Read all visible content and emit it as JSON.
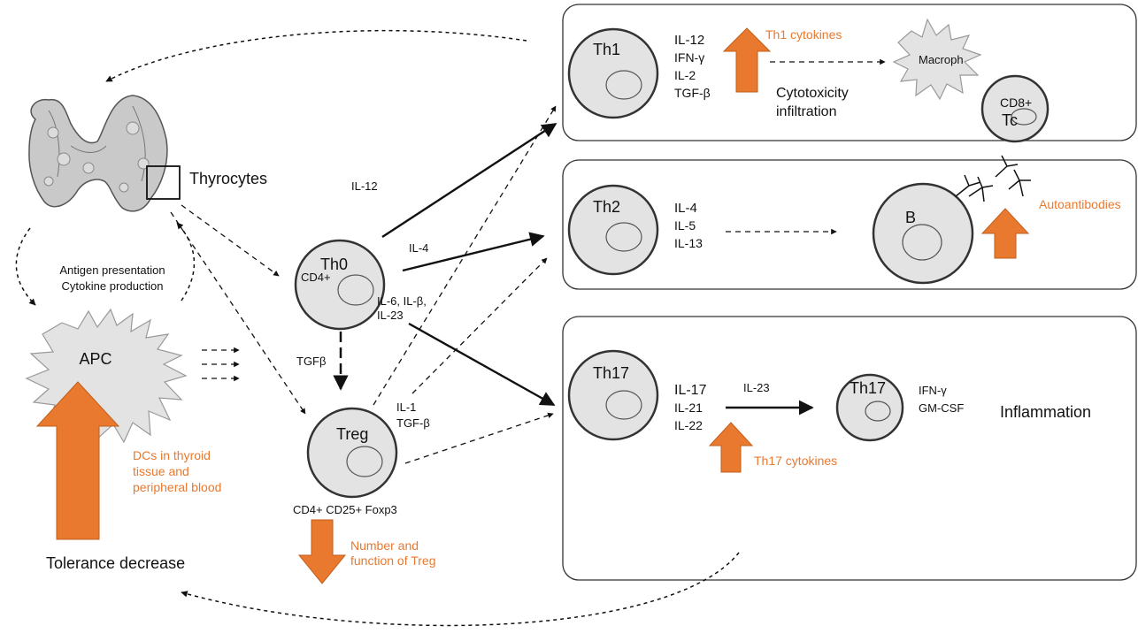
{
  "thyroid": {
    "label": "Thyrocytes"
  },
  "antigen": {
    "line1": "Antigen presentation",
    "line2": "Cytokine production"
  },
  "apc": {
    "label": "APC",
    "note_line1": "DCs in thyroid",
    "note_line2": "tissue and",
    "note_line3": "peripheral blood"
  },
  "tolerance": "Tolerance decrease",
  "th0": {
    "label": "Th0",
    "sub": "CD4+"
  },
  "treg": {
    "label": "Treg",
    "markers": "CD4+ CD25+ Foxp3",
    "note_line1": "Number and",
    "note_line2": "function of Treg"
  },
  "labels": {
    "il12": "IL-12",
    "il4": "IL-4",
    "il6_line1": "IL-6, IL-β,",
    "il6_line2": "IL-23",
    "tgfb": "TGFβ",
    "il1": "IL-1",
    "tgfb2": "TGF-β"
  },
  "th1_box": {
    "cell": "Th1",
    "cytokines": [
      "IL-12",
      "IFN-γ",
      "IL-2",
      "TGF-β"
    ],
    "orange_label": "Th1 cytokines",
    "effect_line1": "Cytotoxicity",
    "effect_line2": "infiltration",
    "macrophage": "Macroph",
    "tc_top": "CD8+",
    "tc": "Tc"
  },
  "th2_box": {
    "cell": "Th2",
    "cytokines": [
      "IL-4",
      "IL-5",
      "IL-13"
    ],
    "bcell": "B",
    "orange_label": "Autoantibodies"
  },
  "th17_box": {
    "cell": "Th17",
    "cytokines": [
      "IL-17",
      "IL-21",
      "IL-22"
    ],
    "il23": "IL-23",
    "cell2": "Th17",
    "cytokines2": [
      "IFN-γ",
      "GM-CSF"
    ],
    "effect": "Inflammation",
    "orange_label": "Th17 cytokines"
  },
  "colors": {
    "accent": "#e8792f",
    "cell_fill": "#e3e3e3"
  }
}
